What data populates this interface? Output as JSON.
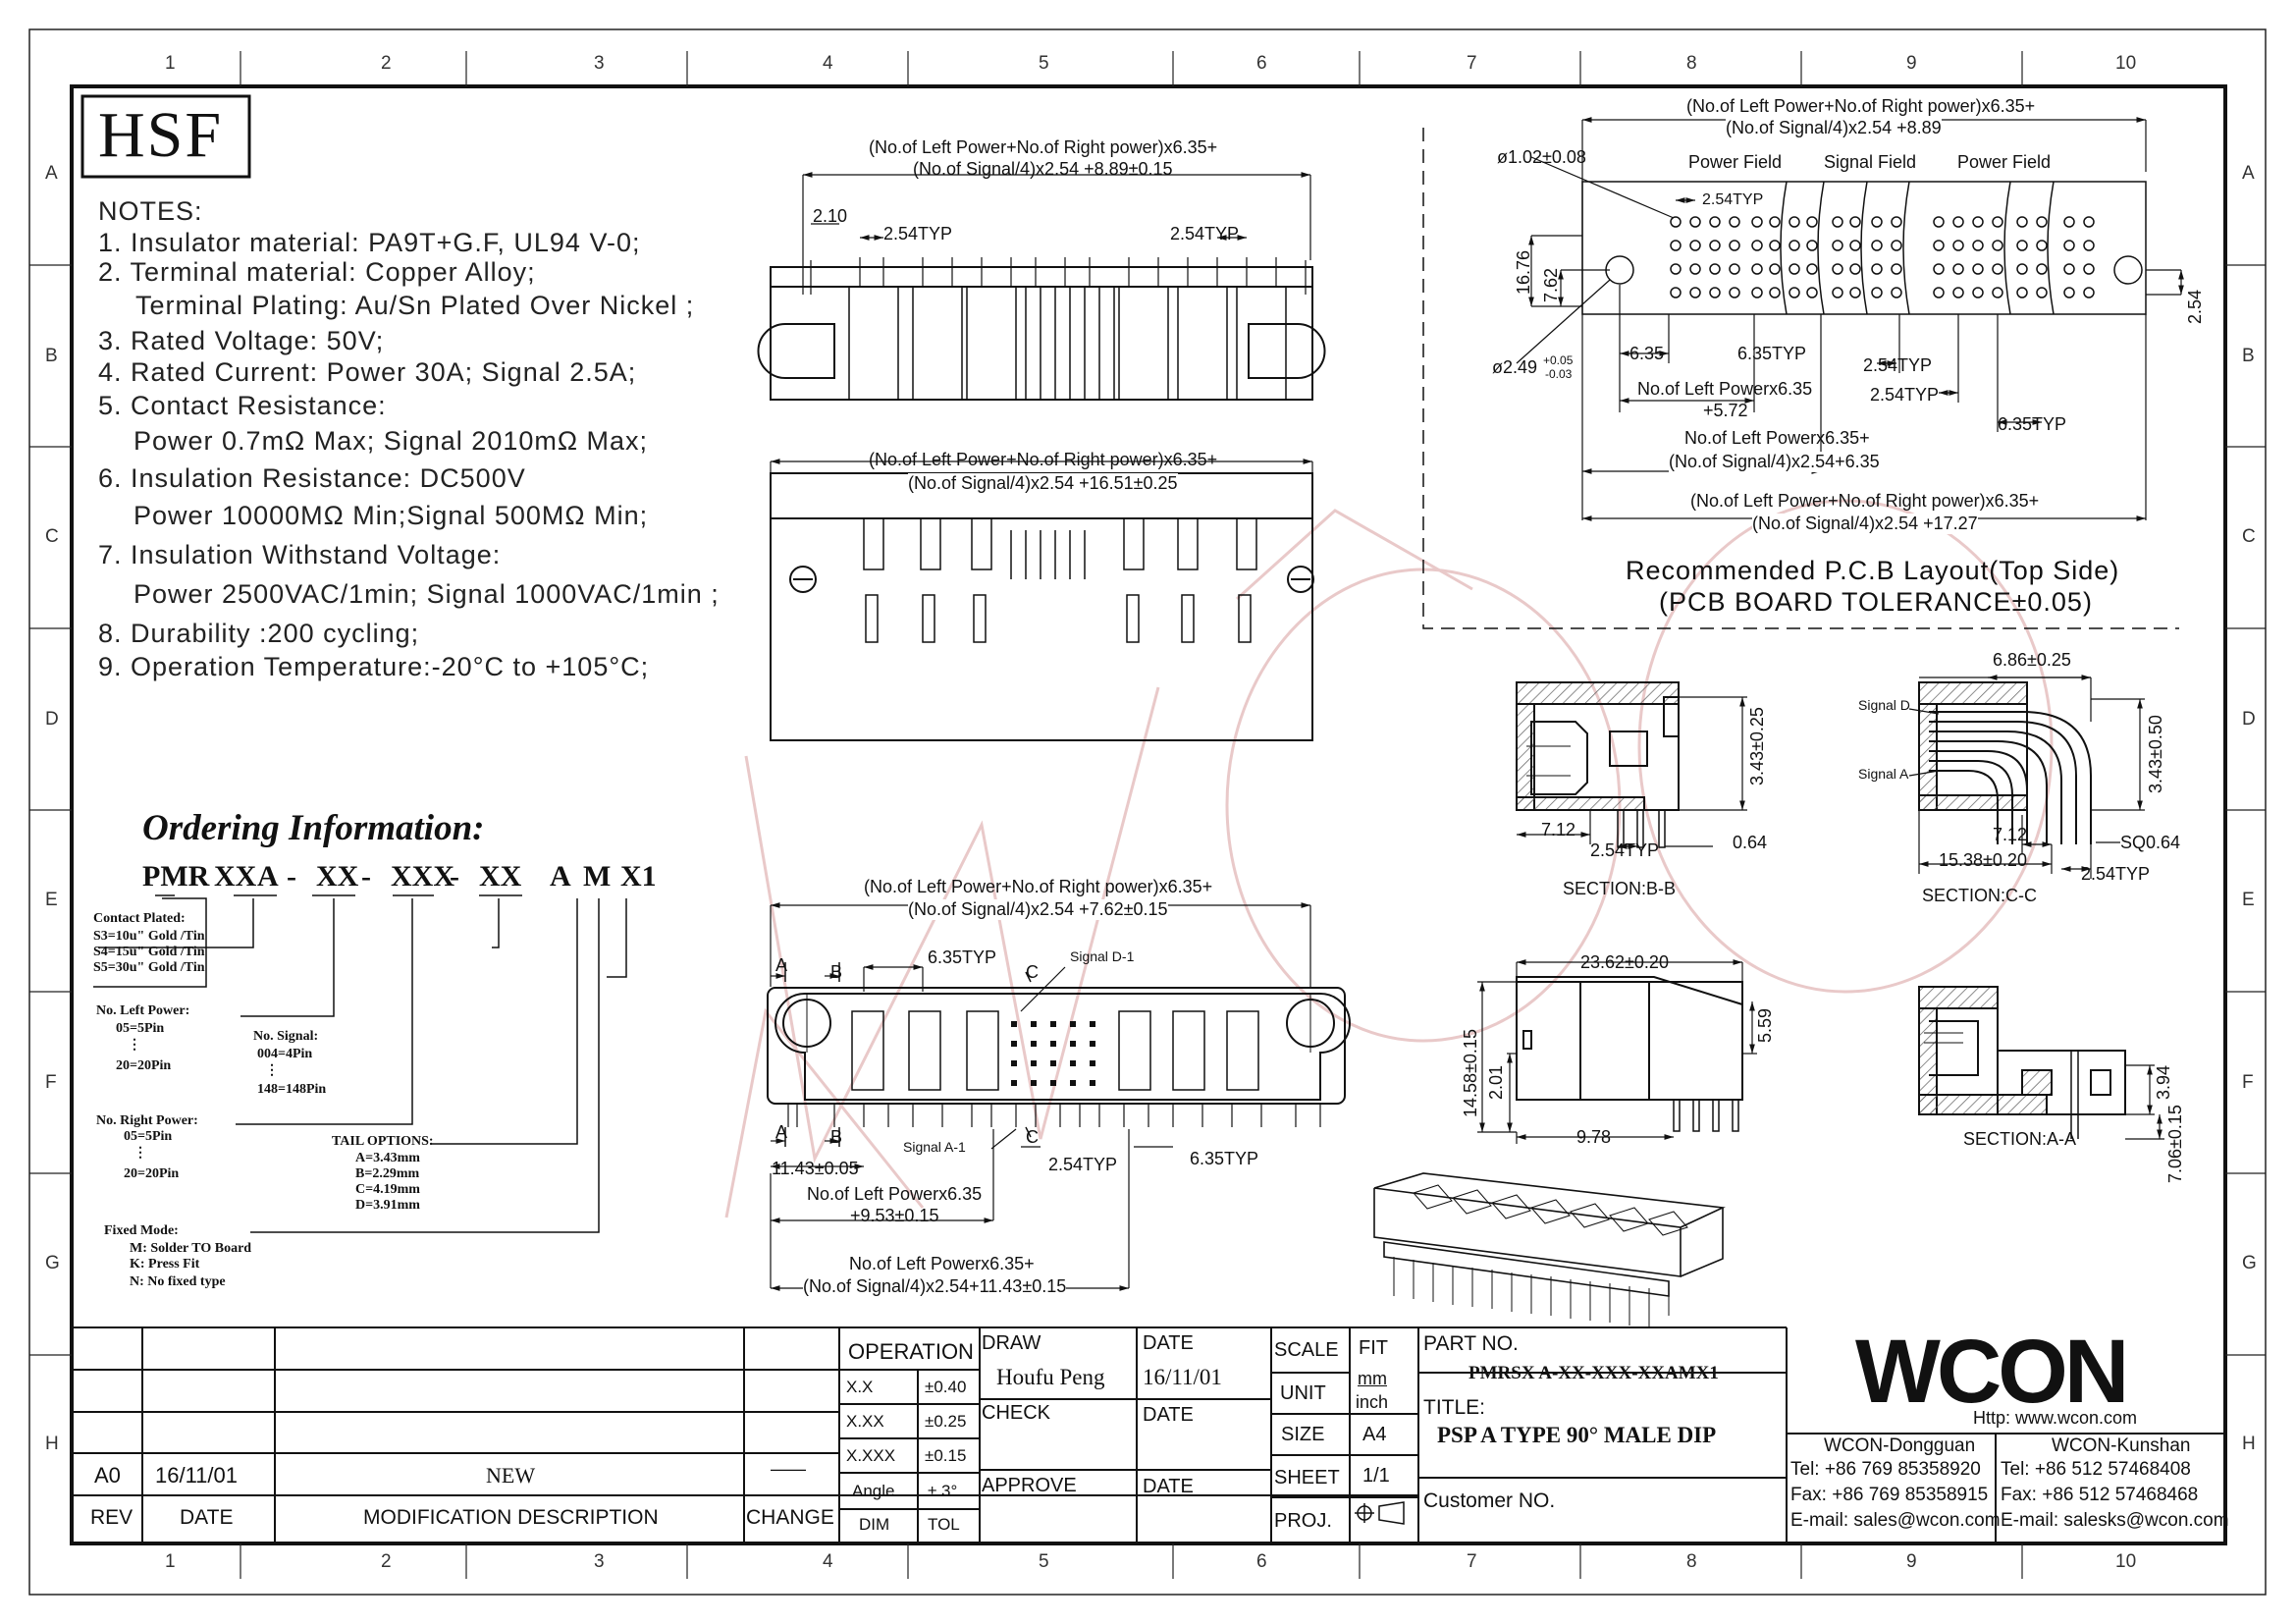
{
  "zones": {
    "cols": [
      "1",
      "2",
      "3",
      "4",
      "5",
      "6",
      "7",
      "8",
      "9",
      "10"
    ],
    "rows": [
      "A",
      "B",
      "C",
      "D",
      "E",
      "F",
      "G",
      "H"
    ]
  },
  "logo_hsf": "HSF",
  "notes": {
    "heading": "NOTES:",
    "lines": [
      "1. Insulator material: PA9T+G.F, UL94 V-0;",
      "2. Terminal material: Copper Alloy;",
      "Terminal Plating: Au/Sn Plated Over Nickel ;",
      "3. Rated Voltage: 50V;",
      "4. Rated Current: Power 30A; Signal 2.5A;",
      "5. Contact Resistance:",
      "Power 0.7mΩ Max; Signal 2010mΩ Max;",
      "6. Insulation Resistance: DC500V",
      "Power 10000MΩ Min;Signal 500MΩ Min;",
      "7. Insulation Withstand Voltage:",
      "Power 2500VAC/1min; Signal 1000VAC/1min ;",
      "8. Durability :200 cycling;",
      "9. Operation Temperature:-20°C to +105°C;"
    ]
  },
  "ordering": {
    "title": "Ordering Information:",
    "code": [
      "PMR",
      "XX",
      "A",
      "-",
      "XX",
      "-",
      "XXX",
      "-",
      "XX",
      "A",
      "M",
      "X1"
    ],
    "contact_plated": {
      "label": "Contact Plated:",
      "items": [
        "S3=10u\" Gold /Tin",
        "S4=15u\" Gold /Tin",
        "S5=30u\" Gold /Tin"
      ]
    },
    "left_power": {
      "label": "No. Left Power:",
      "items": [
        "05=5Pin",
        "⋮",
        "20=20Pin"
      ]
    },
    "signal": {
      "label": "No. Signal:",
      "items": [
        "004=4Pin",
        "⋮",
        "148=148Pin"
      ]
    },
    "right_power": {
      "label": "No. Right Power:",
      "items": [
        "05=5Pin",
        "⋮",
        "20=20Pin"
      ]
    },
    "tail": {
      "label": "TAIL OPTIONS:",
      "items": [
        "A=3.43mm",
        "B=2.29mm",
        "C=4.19mm",
        "D=3.91mm"
      ]
    },
    "fixed": {
      "label": "Fixed Mode:",
      "items": [
        "M: Solder TO Board",
        "K: Press Fit",
        "N: No fixed type"
      ]
    }
  },
  "dims": {
    "top_view": {
      "formula1": "(No.of Left Power+No.of Right power)x6.35+",
      "formula2": "(No.of Signal/4)x2.54 +8.89±0.15",
      "d210": "2.10",
      "typ_l": "2.54TYP",
      "typ_r": "2.54TYP"
    },
    "front_view": {
      "formula1": "(No.of Left Power+No.of Right power)x6.35+",
      "formula2": "(No.of Signal/4)x2.54 +16.51±0.25"
    },
    "bottom_view": {
      "formula1": "(No.of Left Power+No.of Right power)x6.35+",
      "formula2": "(No.of Signal/4)x2.54 +7.62±0.15",
      "a": "A",
      "b": "B",
      "c": "C",
      "typ635": "6.35TYP",
      "sig_d1": "Signal D-1",
      "sig_a1": "Signal A-1",
      "d1143": "11.43±0.05",
      "typ254": "2.54TYP",
      "typ635b": "6.35TYP",
      "lp1": "No.of Left Powerx6.35",
      "lp2": "+9.53±0.15",
      "lp3": "No.of Left Powerx6.35+",
      "lp4": "(No.of Signal/4)x2.54+11.43±0.15"
    },
    "pcb": {
      "formula1": "(No.of Left Power+No.of Right power)x6.35+",
      "formula2": "(No.of Signal/4)x2.54 +8.89",
      "power_field": "Power Field",
      "signal_field": "Signal Field",
      "power_field_r": "Power Field",
      "d102": "ø1.02±0.08",
      "typ254": "2.54TYP",
      "d1676": "16.76",
      "d762": "7.62",
      "d254": "2.54",
      "d249": "ø2.49",
      "d249_tol_u": "+0.05",
      "d249_tol_l": "-0.03",
      "d635": "6.35",
      "typ635": "6.35TYP",
      "typ254b": "2.54TYP",
      "typ254c": "2.54TYP",
      "typ635b": "6.35TYP",
      "lp1": "No.of Left Powerx6.35",
      "lp2": "+5.72",
      "lp3": "No.of Left Powerx6.35+",
      "lp4": "(No.of Signal/4)x2.54+6.35",
      "tot1": "(No.of Left Power+No.of Right power)x6.35+",
      "tot2": "(No.of Signal/4)x2.54 +17.27",
      "caption1": "Recommended P.C.B Layout(Top Side)",
      "caption2": "(PCB BOARD TOLERANCE±0.05)"
    },
    "sec_bb": {
      "d343": "3.43±0.25",
      "d712": "7.12",
      "typ254": "2.54TYP",
      "d064": "0.64",
      "label": "SECTION:B-B"
    },
    "sec_cc": {
      "d686": "6.86±0.25",
      "sig_d": "Signal D",
      "sig_a": "Signal A",
      "d343": "3.43±0.50",
      "d712": "7.12",
      "d1538": "15.38±0.20",
      "sq": "SQ0.64",
      "typ254": "2.54TYP",
      "label": "SECTION:C-C"
    },
    "side": {
      "d2362": "23.62±0.20",
      "d1458": "14.58±0.15",
      "d201": "2.01",
      "d559": "5.59",
      "d978": "9.78"
    },
    "sec_aa": {
      "d394": "3.94",
      "d706": "7.06±0.15",
      "label": "SECTION:A-A"
    }
  },
  "title_block": {
    "rev": {
      "rev": "A0",
      "date": "16/11/01",
      "desc": "NEW",
      "change": "——"
    },
    "headers": {
      "rev": "REV",
      "date": "DATE",
      "desc": "MODIFICATION DESCRIPTION",
      "change": "CHANGE"
    },
    "operation": "OPERATION",
    "tol_rows": [
      [
        "X.X",
        "±0.40"
      ],
      [
        "X.XX",
        "±0.25"
      ],
      [
        "X.XXX",
        "±0.15"
      ],
      [
        "Angle",
        "± 3°"
      ]
    ],
    "dim": "DIM",
    "tol": "TOL",
    "draw_label": "DRAW",
    "draw_value": "Houfu Peng",
    "date_label": "DATE",
    "date_value": "16/11/01",
    "check_label": "CHECK",
    "check_date": "DATE",
    "approve_label": "APPROVE",
    "approve_date": "DATE",
    "scale_label": "SCALE",
    "scale_value": "FIT",
    "unit_label": "UNIT",
    "unit_value1": "mm",
    "unit_value2": "inch",
    "size_label": "SIZE",
    "size_value": "A4",
    "sheet_label": "SHEET",
    "sheet_value": "1/1",
    "proj_label": "PROJ.",
    "part_label": "PART NO.",
    "part_value": "PMRSX A-XX-XXX-XXAMX1",
    "title_label": "TITLE:",
    "title_value": "PSP A TYPE 90° MALE DIP",
    "customer_label": "Customer NO.",
    "company_logo": "WCON",
    "http": "Http: www.wcon.com",
    "dg_name": "WCON-Dongguan",
    "dg_tel": "Tel: +86 769 85358920",
    "dg_fax": "Fax: +86 769 85358915",
    "dg_mail": "E-mail: sales@wcon.com",
    "ks_name": "WCON-Kunshan",
    "ks_tel": "Tel: +86 512 57468408",
    "ks_fax": "Fax: +86 512 57468468",
    "ks_mail": "E-mail: salesks@wcon.com"
  },
  "colors": {
    "line": "#111111",
    "watermark": "#e8c8c8"
  }
}
